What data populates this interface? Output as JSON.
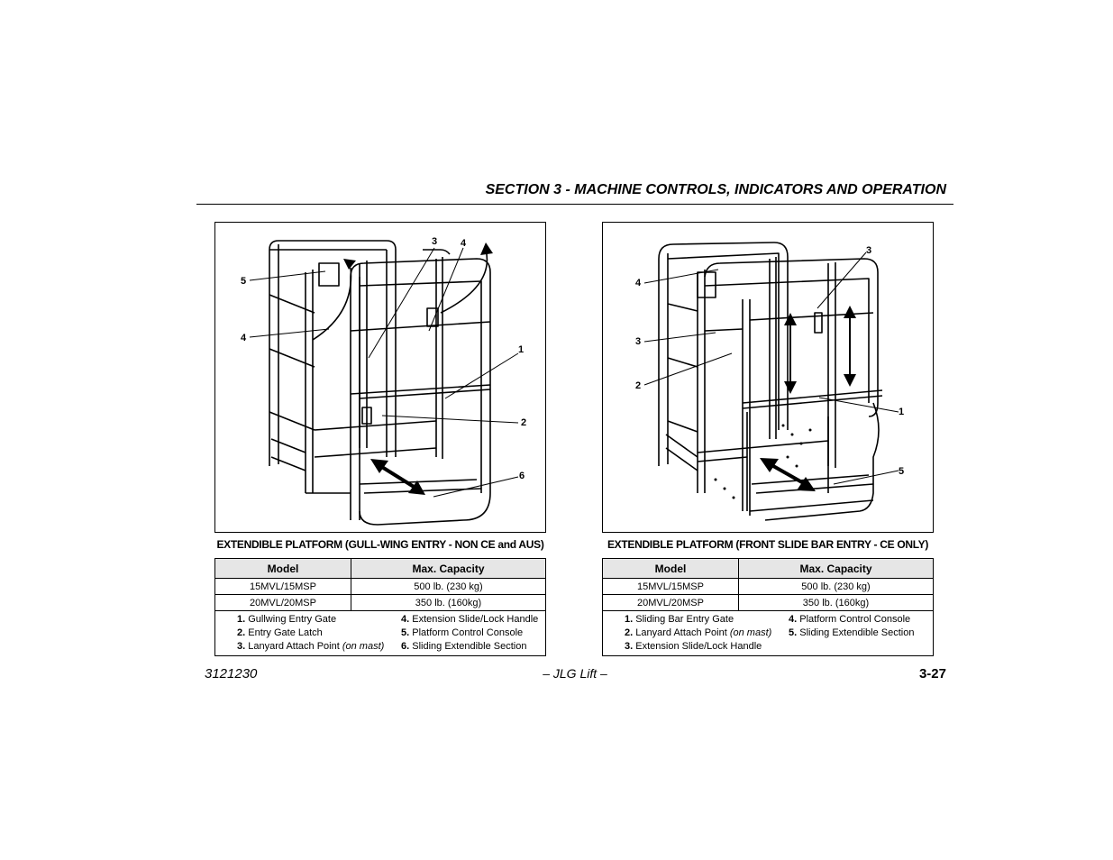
{
  "header": {
    "title": "SECTION 3 - MACHINE CONTROLS, INDICATORS AND OPERATION"
  },
  "left_panel": {
    "callouts": [
      "1",
      "2",
      "3",
      "4",
      "4",
      "5",
      "6"
    ],
    "caption": "EXTENDIBLE PLATFORM (GULL-WING ENTRY - NON CE and AUS)",
    "table": {
      "headers": [
        "Model",
        "Max. Capacity"
      ],
      "rows": [
        [
          "15MVL/15MSP",
          "500 lb. (230 kg)"
        ],
        [
          "20MVL/20MSP",
          "350 lb. (160kg)"
        ]
      ]
    },
    "legend": [
      {
        "num": "1.",
        "text": "Gullwing Entry Gate",
        "note": ""
      },
      {
        "num": "4.",
        "text": "Extension Slide/Lock Handle",
        "note": ""
      },
      {
        "num": "2.",
        "text": "Entry Gate Latch",
        "note": ""
      },
      {
        "num": "5.",
        "text": "Platform Control Console",
        "note": ""
      },
      {
        "num": "3.",
        "text": "Lanyard Attach Point ",
        "note": "(on mast)"
      },
      {
        "num": "6.",
        "text": "Sliding Extendible Section",
        "note": ""
      }
    ]
  },
  "right_panel": {
    "callouts": [
      "1",
      "2",
      "3",
      "3",
      "4",
      "5"
    ],
    "caption": "EXTENDIBLE PLATFORM (FRONT SLIDE BAR ENTRY - CE ONLY)",
    "table": {
      "headers": [
        "Model",
        "Max. Capacity"
      ],
      "rows": [
        [
          "15MVL/15MSP",
          "500 lb. (230 kg)"
        ],
        [
          "20MVL/20MSP",
          "350 lb. (160kg)"
        ]
      ]
    },
    "legend": [
      {
        "num": "1.",
        "text": "Sliding Bar Entry Gate",
        "note": ""
      },
      {
        "num": "4.",
        "text": "Platform Control Console",
        "note": ""
      },
      {
        "num": "2.",
        "text": "Lanyard Attach Point ",
        "note": "(on mast)"
      },
      {
        "num": "5.",
        "text": "Sliding Extendible Section",
        "note": ""
      },
      {
        "num": "3.",
        "text": "Extension Slide/Lock Handle",
        "note": ""
      }
    ]
  },
  "footer": {
    "doc_number": "3121230",
    "center": "– JLG Lift –",
    "page": "3-27"
  }
}
